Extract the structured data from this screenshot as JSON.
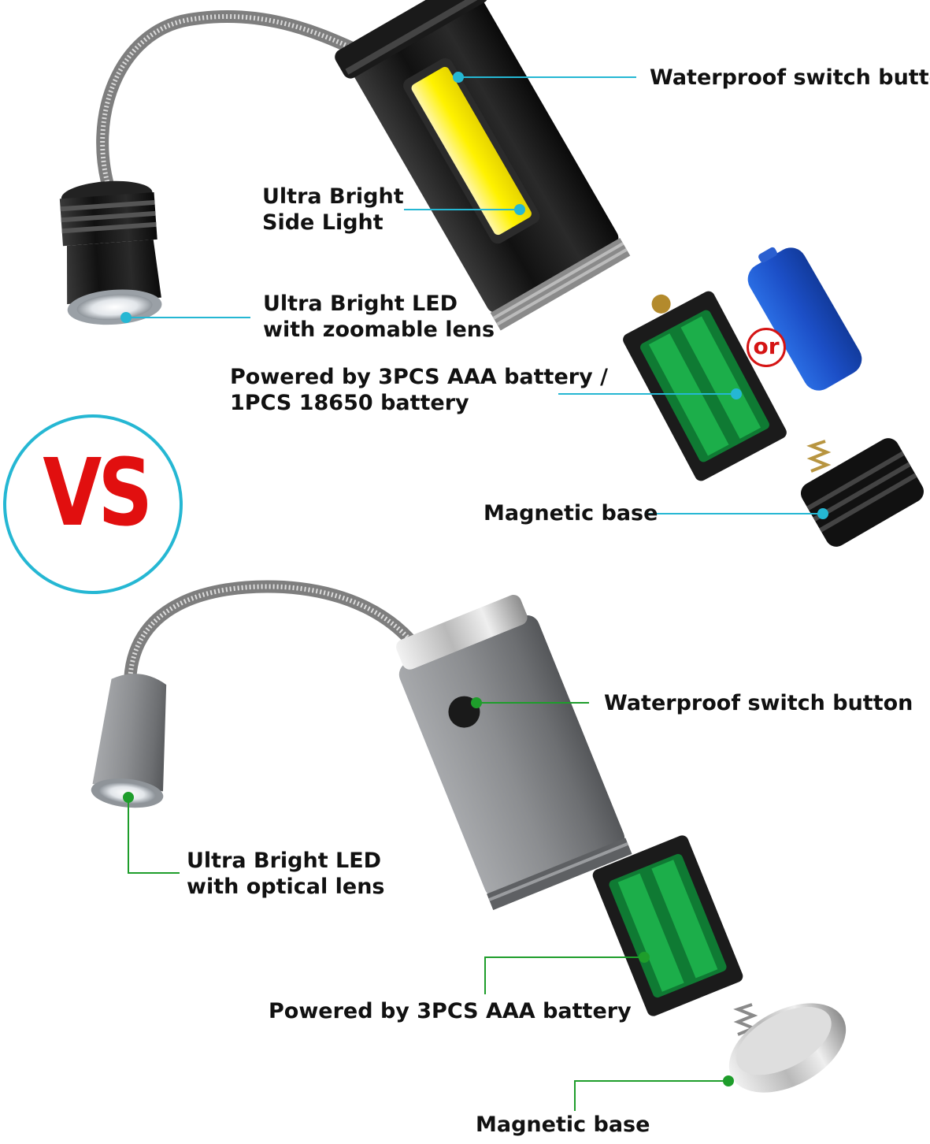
{
  "top_product": {
    "callouts": {
      "switch": "Waterproof switch button",
      "side_light": [
        "Ultra Bright",
        "Side Light"
      ],
      "led": [
        "Ultra Bright LED",
        "with zoomable lens"
      ],
      "battery": [
        "Powered by 3PCS AAA battery /",
        "1PCS 18650 battery"
      ],
      "base": "Magnetic base"
    },
    "or_label": "or",
    "line_color": "#25b7d3"
  },
  "comparison": {
    "vs_text": "VS",
    "circle_color": "#25b7d3",
    "text_color": "#e10f0f"
  },
  "bottom_product": {
    "callouts": {
      "switch": "Waterproof switch button",
      "led": [
        "Ultra Bright LED",
        "with optical lens"
      ],
      "battery": "Powered by 3PCS AAA battery",
      "base": "Magnetic base"
    },
    "line_color": "#1e9d2b"
  }
}
